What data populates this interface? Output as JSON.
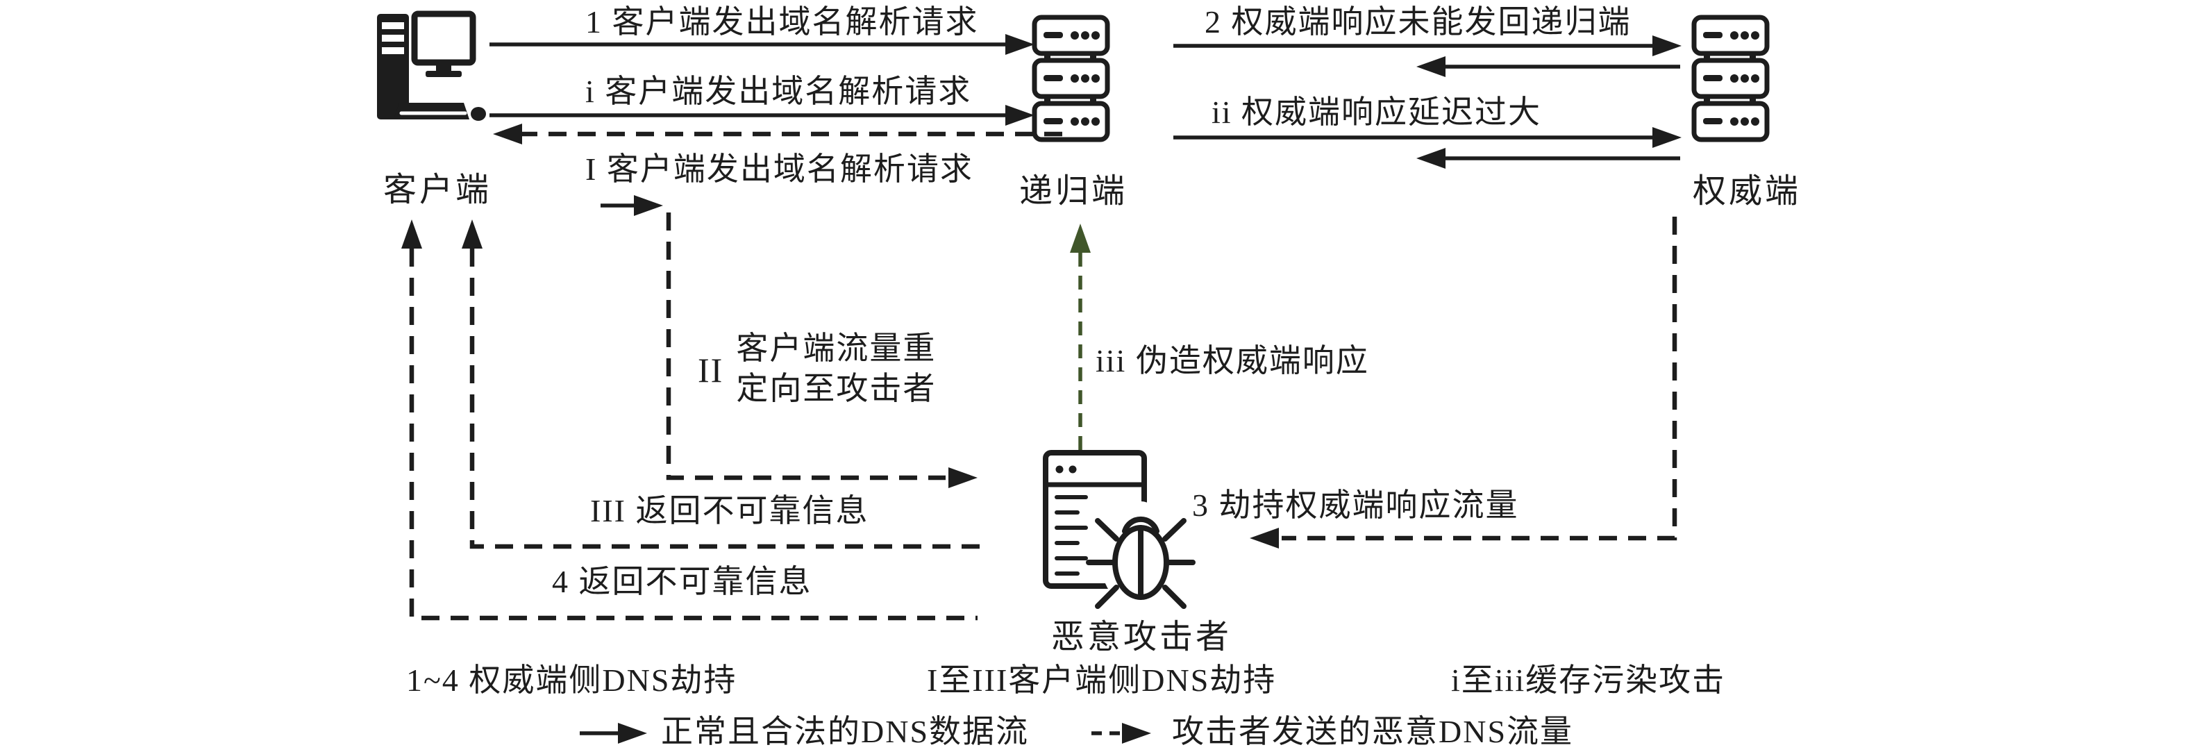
{
  "nodes": {
    "client": "客户端",
    "recursive": "递归端",
    "authoritative": "权威端",
    "attacker": "恶意攻击者"
  },
  "flows": {
    "req1": "1 客户端发出域名解析请求",
    "req_i": "i 客户端发出域名解析请求",
    "req_I": "I 客户端发出域名解析请求",
    "resp2": "2 权威端响应未能发回递归端",
    "resp_ii": "ii 权威端响应延迟过大",
    "redirect_II": {
      "numeral": "II",
      "line1": "客户端流量重",
      "line2": "定向至攻击者"
    },
    "forge_iii": "iii 伪造权威端响应",
    "hijack3": "3 劫持权威端响应流量",
    "unreliable_III": "III 返回不可靠信息",
    "unreliable_4": "4 返回不可靠信息"
  },
  "legend": {
    "auth_side": "1~4 权威端侧DNS劫持",
    "client_side": "I至III客户端侧DNS劫持",
    "cache_poison": "i至iii缓存污染攻击",
    "normal_flow": "正常且合法的DNS数据流",
    "malicious_flow": "攻击者发送的恶意DNS流量"
  },
  "colors": {
    "ink": "#1d1d1d",
    "malicious_green": "#40562a"
  }
}
